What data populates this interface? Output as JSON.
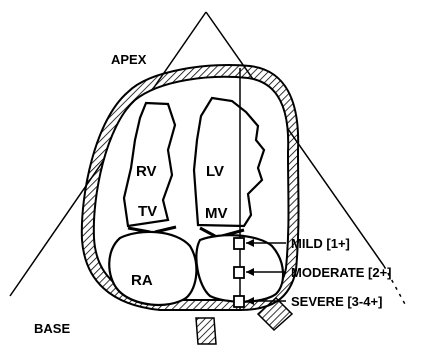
{
  "labels": {
    "apex": "APEX",
    "base": "BASE",
    "rv": "RV",
    "lv": "LV",
    "tv": "TV",
    "mv": "MV",
    "ra": "RA"
  },
  "grades": [
    {
      "label": "MILD [1+]"
    },
    {
      "label": "MODERATE [2+]"
    },
    {
      "label": "SEVERE [3-4+]"
    }
  ],
  "colors": {
    "ink": "#000000",
    "paper": "#ffffff"
  }
}
